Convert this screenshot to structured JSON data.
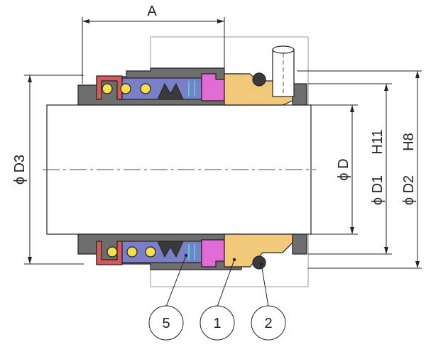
{
  "title": "",
  "dimensions": {
    "A": "A",
    "D": "ϕ D",
    "D1": "ϕ D1",
    "D1_tol": "H11",
    "D2": "ϕ D2",
    "D2_tol": "H8",
    "D3": "ϕ D3"
  },
  "balloons": [
    "5",
    "1",
    "2"
  ],
  "colors": {
    "outline": "#222222",
    "shaft": "#ffffff",
    "housing_grey": "#6e6e6e",
    "dark_grey": "#3a3a3a",
    "red_retainer": "#d65a5a",
    "spring_yellow": "#f5e04a",
    "bellows_blue": "#7a7fc8",
    "magenta_ring": "#e36bd6",
    "seat_tan": "#f2c97a",
    "cyan": "#3fd3d3"
  }
}
